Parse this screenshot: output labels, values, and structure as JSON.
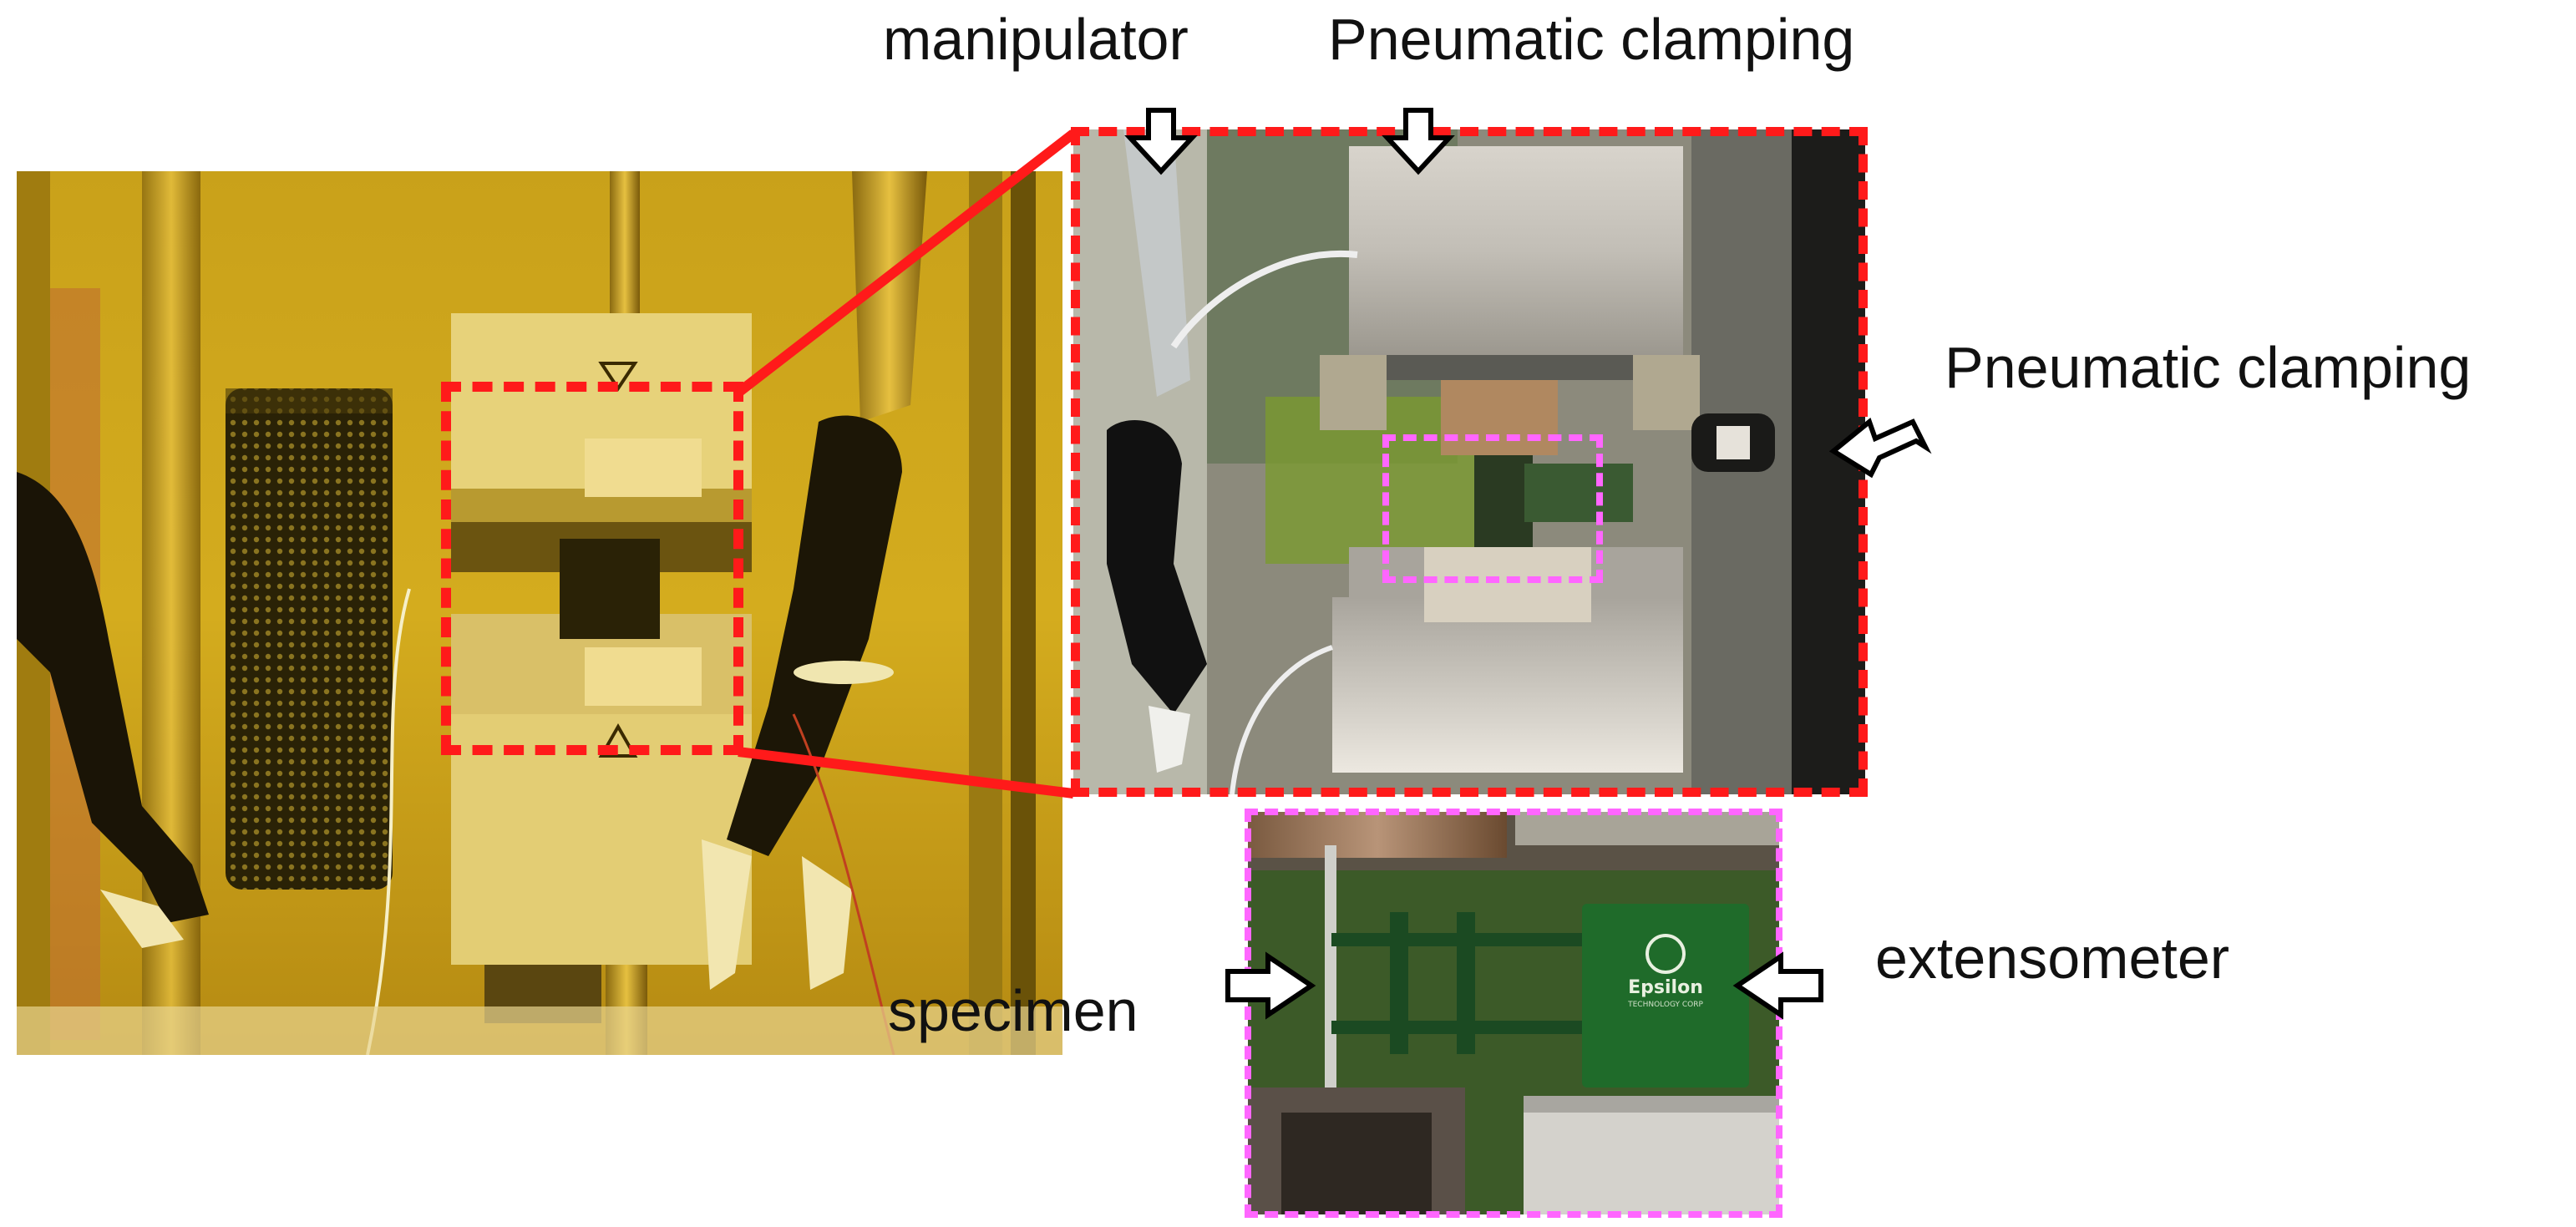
{
  "labels": {
    "manipulator": "manipulator",
    "pneumatic_top": "Pneumatic clamping",
    "pneumatic_right": "Pneumatic clamping",
    "specimen": "specimen",
    "extensometer": "extensometer"
  },
  "extensometer_brand": {
    "name": "Epsilon",
    "subtitle": "TECHNOLOGY CORP"
  },
  "colors": {
    "callout_red": "#ff1a1a",
    "callout_pink": "#ff66ff",
    "hot_cell_tint": "#d9a400",
    "extensometer_green": "#1f6b2a"
  }
}
